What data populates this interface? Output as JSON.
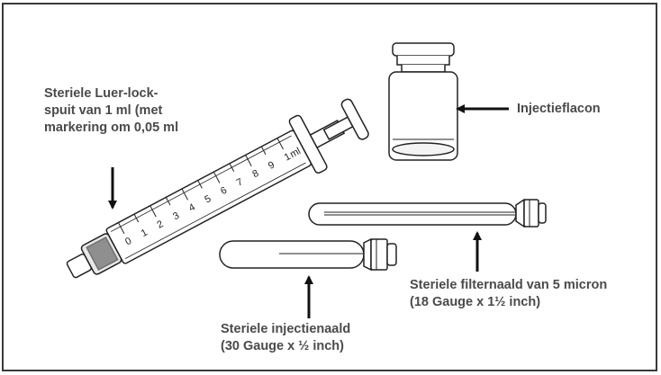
{
  "labels": {
    "syringe": "Steriele Luer-lock-\nspuit van 1 ml (met\nmarkering om 0,05 ml",
    "vial": "Injectieflacon",
    "filter_needle": "Steriele filternaald van 5 micron\n(18 Gauge x 1½ inch)",
    "injection_needle": "Steriele injectienaald\n(30 Gauge x ½ inch)"
  },
  "syringe_scale": [
    "0",
    "1",
    "2",
    "3",
    "4",
    "5",
    "6",
    "7",
    "8",
    "9",
    "1",
    "ml"
  ]
}
